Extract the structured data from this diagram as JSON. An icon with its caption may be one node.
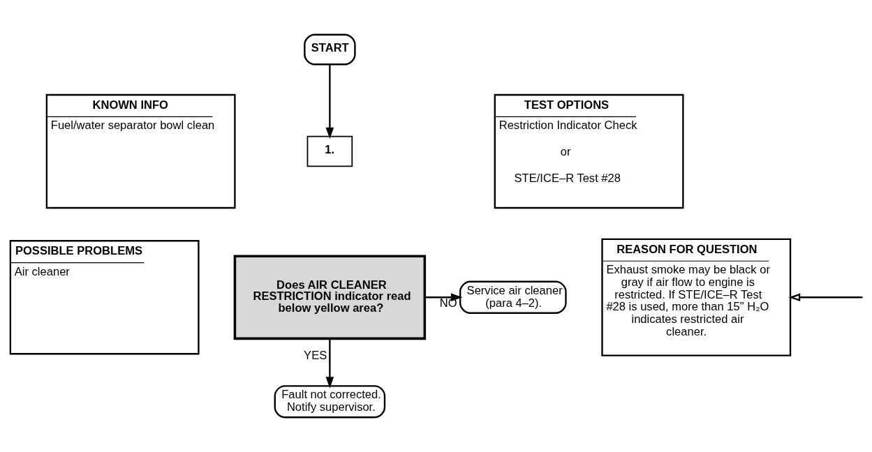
{
  "diagram": {
    "nodes": [
      {
        "text": [
          "START"
        ]
      },
      {
        "text": [
          "1."
        ]
      },
      {
        "text": [
          "Does AIR CLEANER RESTRICTION indicator read below yellow area?"
        ]
      },
      {
        "text": [
          "Service air cleaner (para 4–2)."
        ]
      },
      {
        "text": [
          "Fault not corrected. Notify supervisor."
        ]
      },
      {
        "text": [
          "KNOWN INFO",
          "Fuel/water separator bowl clean"
        ]
      },
      {
        "text": [
          "POSSIBLE PROBLEMS",
          "Air cleaner"
        ]
      },
      {
        "text": [
          "TEST OPTIONS",
          "Restriction Indicator Check",
          "or",
          "STE/ICE–R Test #28"
        ]
      },
      {
        "text": [
          "REASON FOR QUESTION",
          "Exhaust smoke may be black or gray if air flow to engine is restricted. If STE/ICE–R Test #28 is used, more than 15\" H₂O indicates restricted air cleaner."
        ]
      }
    ],
    "edges": [
      {
        "from": 0,
        "to": 1,
        "arrow": "to"
      },
      {
        "from": 2,
        "to": 3,
        "arrow": "to",
        "label": "NO"
      },
      {
        "from": 2,
        "to": 4,
        "arrow": "to",
        "label": "YES"
      },
      {
        "from": null,
        "to": 8,
        "arrow": "to"
      }
    ]
  }
}
